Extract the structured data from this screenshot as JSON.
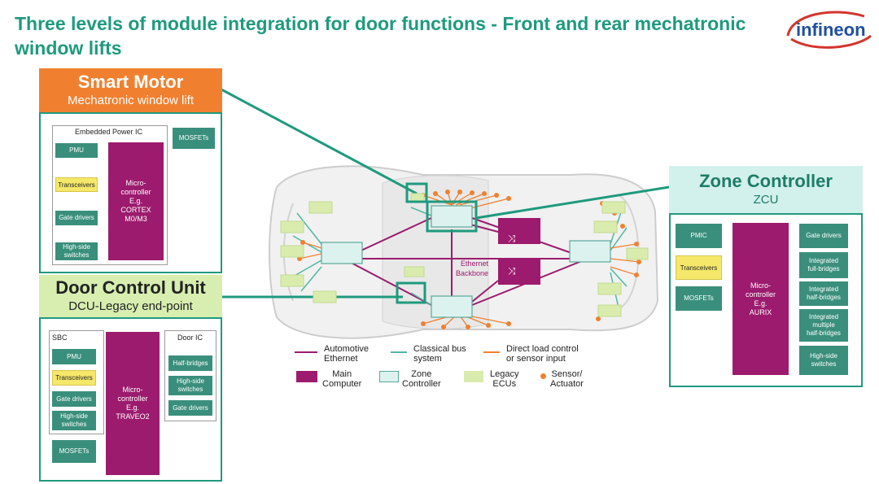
{
  "title": "Three levels of module integration for door functions - Front and rear mechatronic window lifts",
  "logo_text": "infineon",
  "smart_motor": {
    "title": "Smart Motor",
    "subtitle": "Mechatronic window lift",
    "group_label": "Embedded Power IC",
    "pmu": "PMU",
    "transceivers": "Transceivers",
    "gate_drivers": "Gate drivers",
    "high_side": "High-side\nswitches",
    "mosfets": "MOSFETs",
    "mcu": "Micro-\ncontroller\nE.g.\nCORTEX\nM0/M3"
  },
  "dcu": {
    "title": "Door Control Unit",
    "subtitle": "DCU-Legacy end-point",
    "sbc_label": "SBC",
    "door_ic_label": "Door IC",
    "pmu": "PMU",
    "transceivers": "Transceivers",
    "gate_drivers": "Gate drivers",
    "high_side": "High-side\nswitches",
    "mosfets": "MOSFETs",
    "mcu": "Micro-\ncontroller\nE.g.\nTRAVEO2",
    "half_bridges": "Half-bridges",
    "high_side_2": "High-side\nswitches",
    "gate_drivers_2": "Gate drivers"
  },
  "zone": {
    "title": "Zone Controller",
    "subtitle": "ZCU",
    "pmic": "PMIC",
    "transceivers": "Transceivers",
    "mosfets": "MOSFETs",
    "mcu": "Micro-\ncontroller\nE.g.\nAURIX",
    "gate_drivers": "Gate drivers",
    "full_bridges": "Integrated\nfull-bridges",
    "half_bridges": "Integrated\nhalf-bridges",
    "multi_half": "Integrated\nmultiple\nhalf-bridges",
    "high_side": "High-side\nswitches"
  },
  "car": {
    "ethernet_label_1": "Ethernet",
    "ethernet_label_2": "Backbone"
  },
  "legend": {
    "auto_ethernet": "Automotive\nEthernet",
    "classical_bus": "Classical bus\nsystem",
    "direct_load": "Direct load control\nor sensor input",
    "main_computer": "Main\nComputer",
    "zone_controller": "Zone\nController",
    "legacy_ecus": "Legacy\nECUs",
    "sensor": "Sensor/\nActuator"
  },
  "colors": {
    "teal": "#1e9a7e",
    "orange": "#f08030",
    "green_header": "#d7eeb0",
    "cyan_header": "#d2f0ec",
    "magenta": "#9c1b6e",
    "box_teal": "#3a8f7c",
    "yellow": "#f5e76a"
  }
}
